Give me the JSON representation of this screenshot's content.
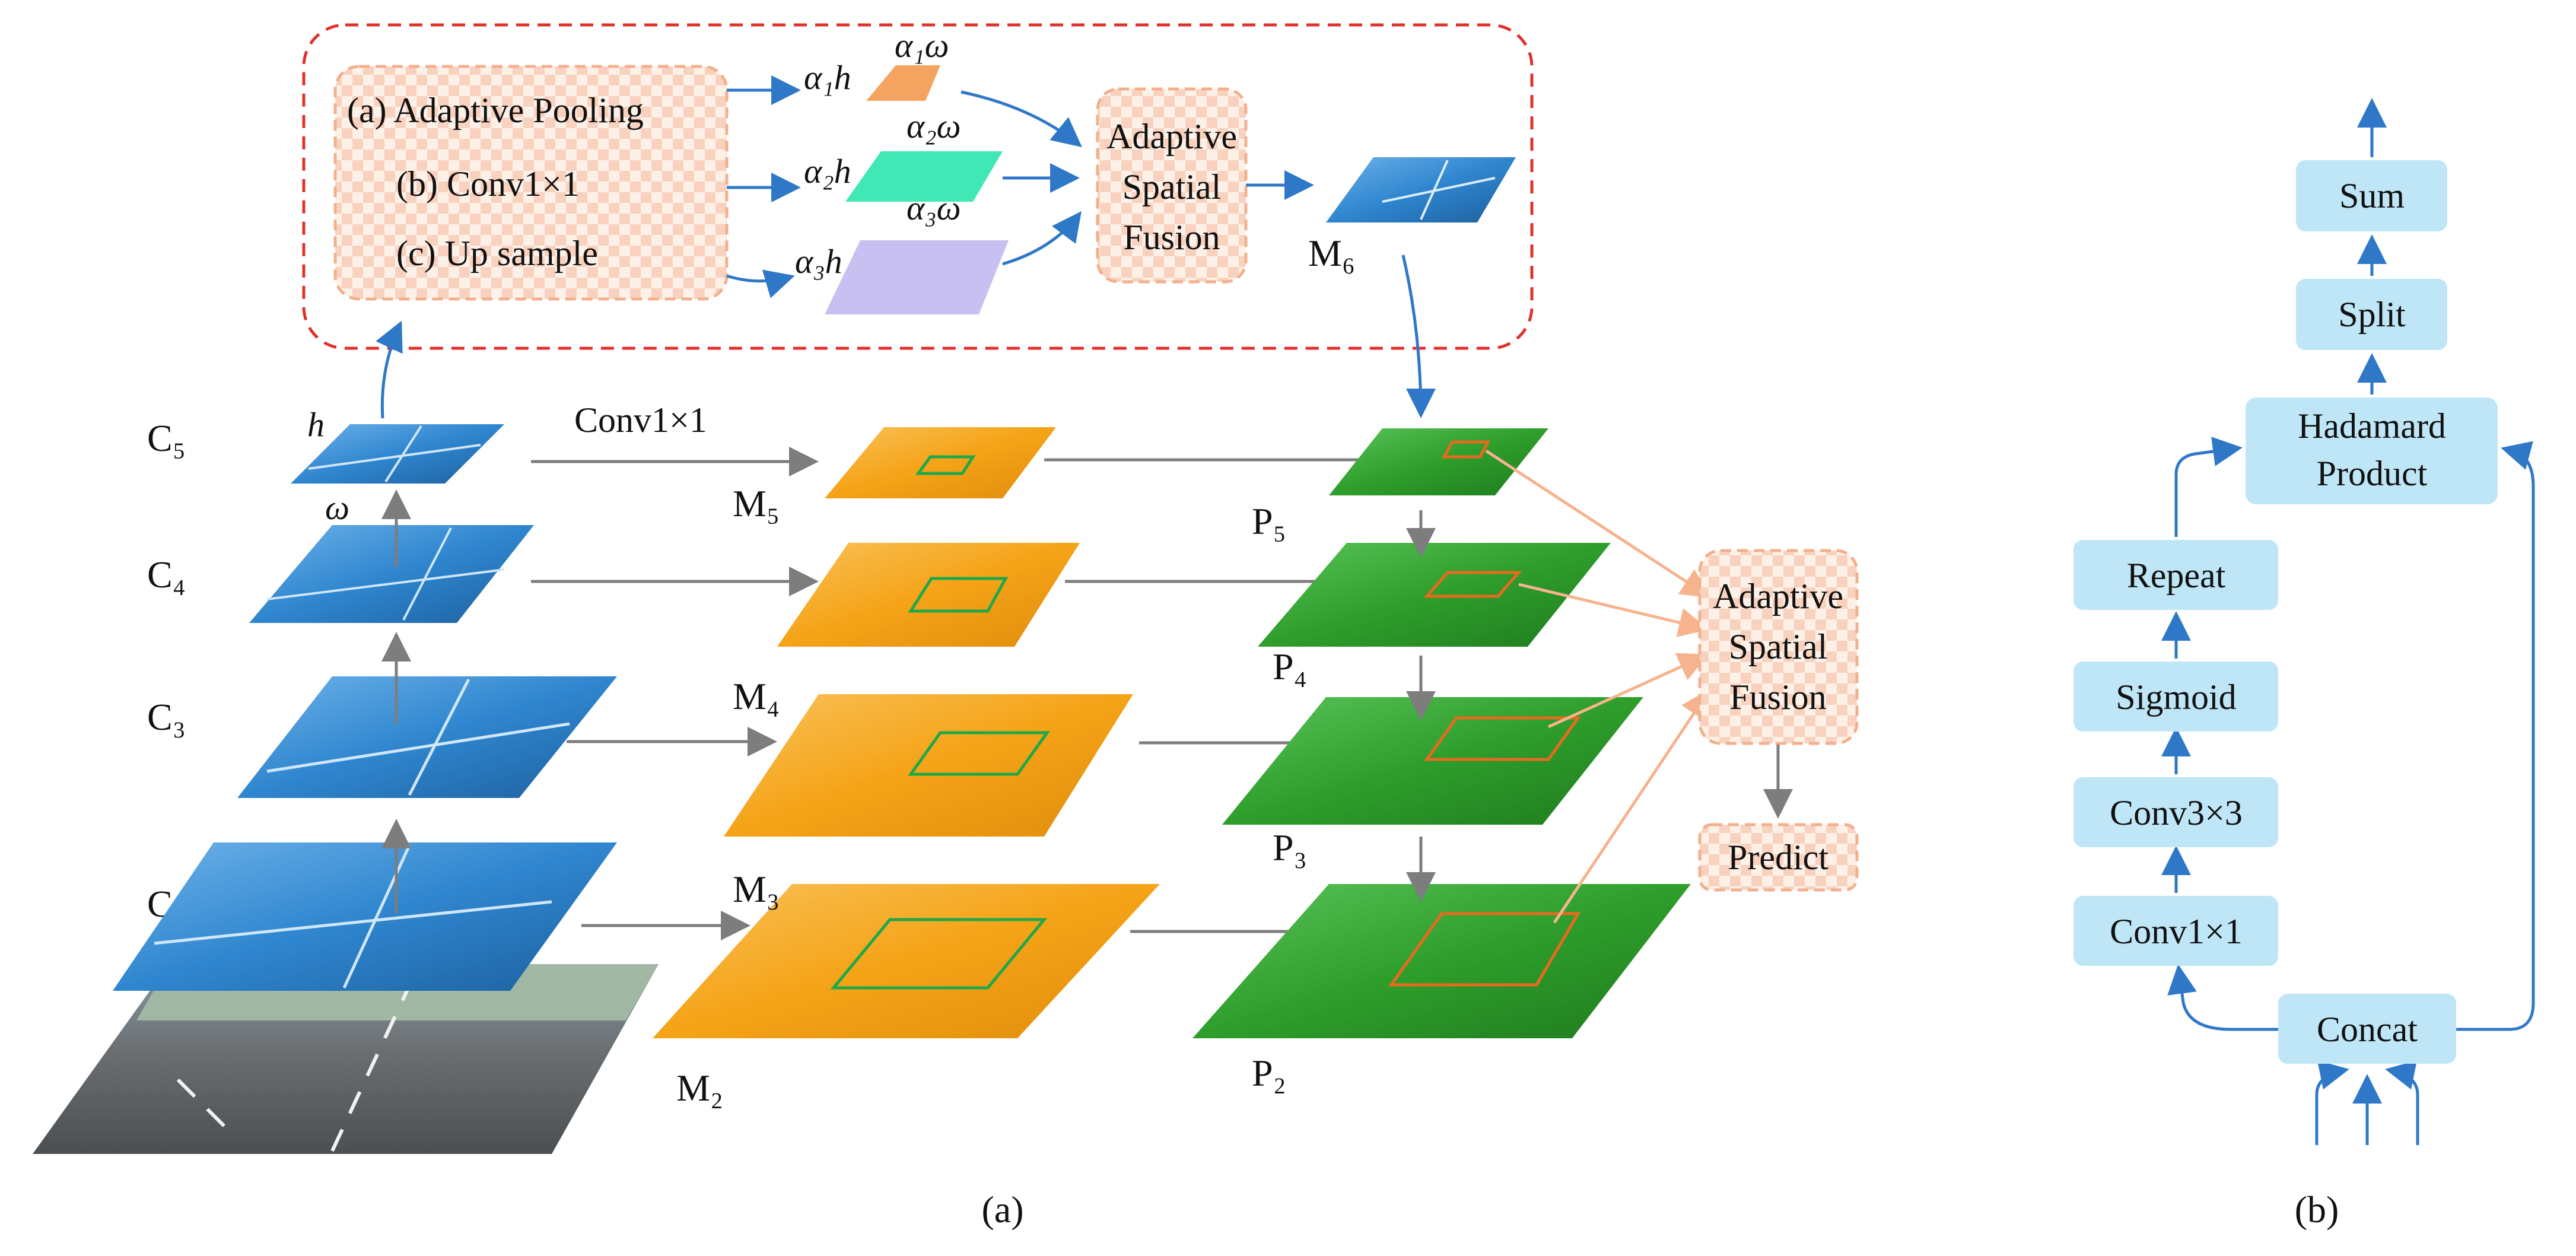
{
  "colors": {
    "feature_blue": "#2f86cf",
    "feature_orange": "#f5a317",
    "feature_green": "#2e9e2b",
    "arrow_blue": "#2f78c8",
    "arrow_gray": "#7d7d7d",
    "arrow_peach": "#f6b38e",
    "dashed_red": "#e0312b",
    "box_cyan": "#bfe6f7",
    "asf_orange_region": "#e66a1f",
    "m_green_region": "#1ea84a"
  },
  "panel_a": {
    "caption": "(a)",
    "module": {
      "ops": [
        "(a) Adaptive Pooling",
        "(b) Conv1×1",
        "(c) Up sample"
      ],
      "branches": [
        {
          "h_label": "α₁h",
          "w_label": "α₁ω",
          "color": "#f4a460"
        },
        {
          "h_label": "α₂h",
          "w_label": "α₂ω",
          "color": "#3fe8b4"
        },
        {
          "h_label": "α₃h",
          "w_label": "α₃ω",
          "color": "#c8c0f0"
        }
      ],
      "asf_lines": [
        "Adaptive",
        "Spatial",
        "Fusion"
      ],
      "output": "M₆"
    },
    "backbone": [
      "C₅",
      "C₄",
      "C₃",
      "C₂"
    ],
    "c5_h": "h",
    "c5_w": "ω",
    "lateral_label": "Conv1×1",
    "m_labels": [
      "M₅",
      "M₄",
      "M₃",
      "M₂"
    ],
    "p_labels": [
      "P₅",
      "P₄",
      "P₃",
      "P₂"
    ],
    "asf_lines": [
      "Adaptive",
      "Spatial",
      "Fusion"
    ],
    "predict": "Predict"
  },
  "panel_b": {
    "caption": "(b)",
    "boxes": {
      "sum": "Sum",
      "split": "Split",
      "hadamard": [
        "Hadamard",
        "Product"
      ],
      "repeat": "Repeat",
      "sigmoid": "Sigmoid",
      "conv3": "Conv3×3",
      "conv1": "Conv1×1",
      "concat": "Concat"
    }
  }
}
